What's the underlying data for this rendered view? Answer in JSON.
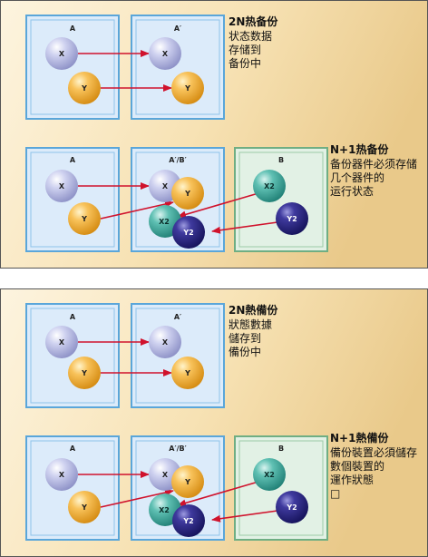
{
  "top": {
    "section_2n": {
      "box_a": "A",
      "box_a_prime": "A′",
      "node_x": "X",
      "node_y": "Y",
      "title": "2N热备份",
      "desc": [
        "状态数据",
        "存储到",
        "备份中"
      ]
    },
    "section_n1": {
      "box_a": "A",
      "box_ab": "A′/B′",
      "box_b": "B",
      "node_x": "X",
      "node_y": "Y",
      "node_x2": "X2",
      "node_y2": "Y2",
      "title": "N+1热备份",
      "desc": [
        "备份器件必须存储",
        "几个器件的",
        "运行状态"
      ]
    }
  },
  "bottom": {
    "section_2n": {
      "box_a": "A",
      "box_a_prime": "A′",
      "node_x": "X",
      "node_y": "Y",
      "title": "2N熱備份",
      "desc": [
        "狀態數據",
        "儲存到",
        "備份中"
      ]
    },
    "section_n1": {
      "box_a": "A",
      "box_ab": "A′/B′",
      "box_b": "B",
      "node_x": "X",
      "node_y": "Y",
      "node_x2": "X2",
      "node_y2": "Y2",
      "title": "N+1熱備份",
      "desc": [
        "備份裝置必須儲存",
        "數個裝置的",
        "運作狀態",
        "□"
      ]
    }
  },
  "colors": {
    "panel_bg_light": "#fdf3dc",
    "panel_bg_dark": "#eccf92",
    "blue_box_fill": "#dcebfa",
    "blue_box_border": "#5aa6da",
    "green_box_fill": "#e2f1e5",
    "green_box_border": "#6fae83",
    "node_x": "#b9bde6",
    "node_y": "#f6b640",
    "node_x2": "#49b3a7",
    "node_y2": "#2e2a86",
    "arrow": "#d0122c"
  }
}
